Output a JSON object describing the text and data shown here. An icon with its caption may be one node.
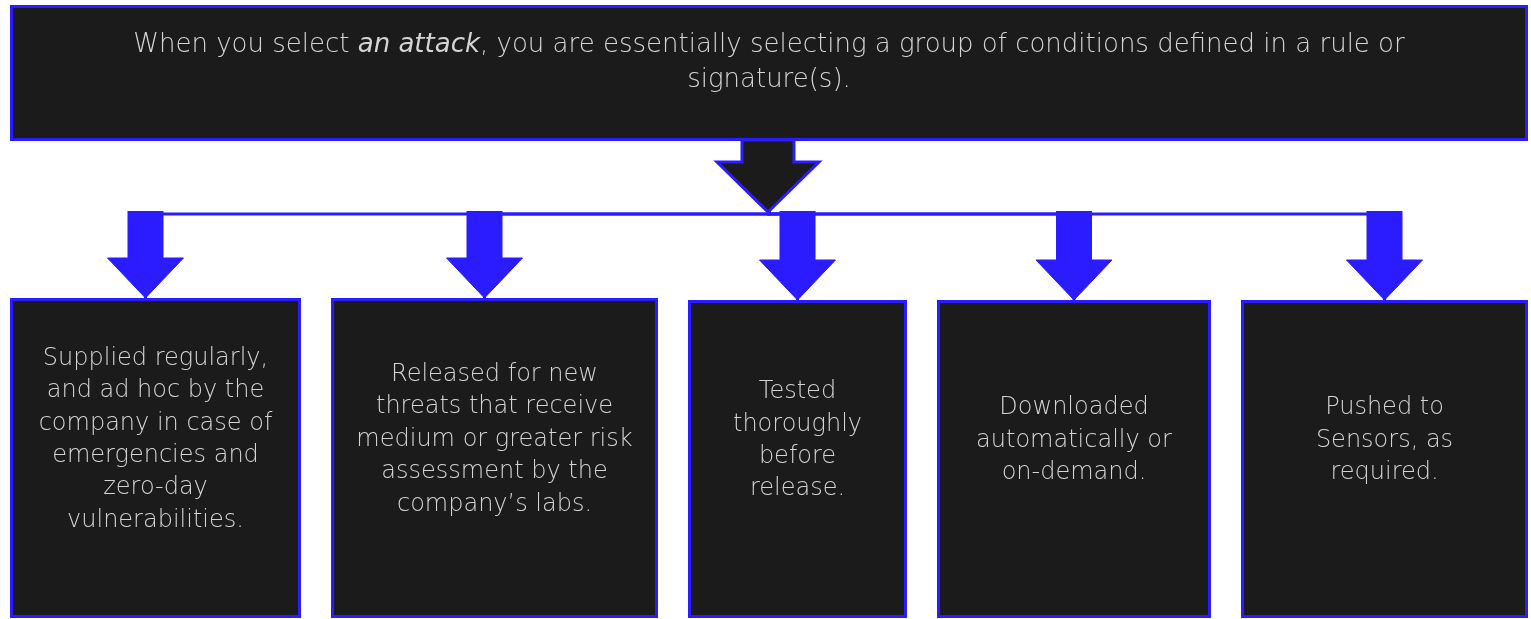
{
  "diagram": {
    "nodes": [
      {
        "text": [
          "When you select *an attack*, you are essentially selecting a group of conditions defined in a rule or signature(s)."
        ]
      },
      {
        "text": [
          "Supplied regularly, and ad hoc by the company in case of emergencies and zero-day vulnerabilities."
        ]
      },
      {
        "text": [
          "Released for new threats that receive medium or greater risk assessment by the company’s labs."
        ]
      },
      {
        "text": [
          "Tested thoroughly before release."
        ]
      },
      {
        "text": [
          "Downloaded automatically or on-demand."
        ]
      },
      {
        "text": [
          "Pushed to Sensors, as required."
        ]
      }
    ],
    "edges": [
      {
        "from": 0,
        "to": 1,
        "arrow": "to"
      },
      {
        "from": 0,
        "to": 2,
        "arrow": "to"
      },
      {
        "from": 0,
        "to": 3,
        "arrow": "to"
      },
      {
        "from": 0,
        "to": 4,
        "arrow": "to"
      },
      {
        "from": 0,
        "to": 5,
        "arrow": "to"
      }
    ]
  }
}
